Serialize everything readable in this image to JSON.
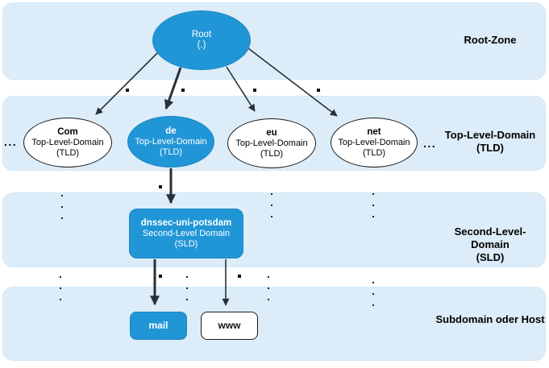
{
  "colors": {
    "band_fill": "#dcedf9",
    "node_blue": "#2196d6",
    "node_border_dark": "#1a1a1a",
    "arrow": "#263238"
  },
  "zones": {
    "root": {
      "label": "Root-Zone"
    },
    "tld": {
      "label_line1": "Top-Level-Domain",
      "label_line2": "(TLD)"
    },
    "sld": {
      "label_line1": "Second-Level-Domain",
      "label_line2": "(SLD)"
    },
    "host": {
      "label": "Subdomain oder Host"
    }
  },
  "nodes": {
    "root": {
      "name": "Root",
      "sub": "(.)"
    },
    "tlds": [
      {
        "name": "Com",
        "type": "Top-Level-Domain",
        "abbr": "(TLD)"
      },
      {
        "name": "de",
        "type": "Top-Level-Domain",
        "abbr": "(TLD)"
      },
      {
        "name": "eu",
        "type": "Top-Level-Domain",
        "abbr": "(TLD)"
      },
      {
        "name": "net",
        "type": "Top-Level-Domain",
        "abbr": "(TLD)"
      }
    ],
    "sld": {
      "name": "dnssec-uni-potsdam",
      "type": "Second-Level Domain",
      "abbr": "(SLD)"
    },
    "hosts": [
      {
        "name": "mail"
      },
      {
        "name": "www"
      }
    ]
  },
  "decorations": {
    "ellipsis": "...",
    "dot_separator": "."
  }
}
